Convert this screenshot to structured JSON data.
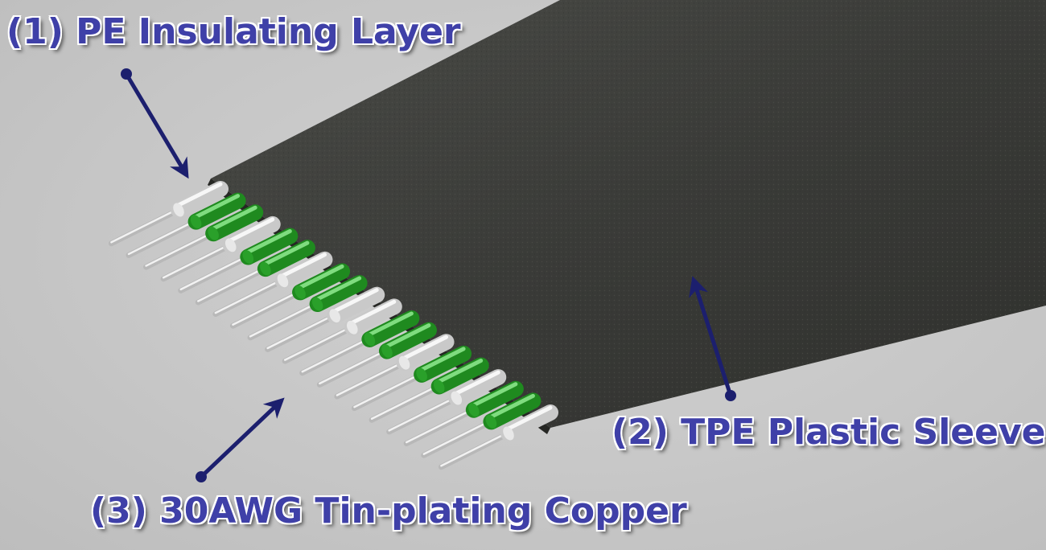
{
  "labels": {
    "pe_insulating_layer": "(1) PE Insulating Layer",
    "tpe_plastic_sleeve": "(2) TPE Plastic Sleeve",
    "tin_plating_copper": "(3) 30AWG Tin-plating Copper"
  },
  "conductor_colors": [
    "#e0e0e0",
    "#2a9a2a",
    "#2a9a2a",
    "#e0e0e0",
    "#2a9a2a",
    "#2a9a2a",
    "#e0e0e0",
    "#2a9a2a",
    "#2a9a2a",
    "#e0e0e0",
    "#e0e0e0",
    "#2a9a2a",
    "#2a9a2a",
    "#e0e0e0",
    "#2a9a2a",
    "#2a9a2a",
    "#e0e0e0",
    "#2a9a2a",
    "#2a9a2a",
    "#e0e0e0"
  ],
  "colors": {
    "sleeve": "#3c3d3a",
    "label_text": "#3f40a8",
    "arrow": "#1c1f6e"
  }
}
